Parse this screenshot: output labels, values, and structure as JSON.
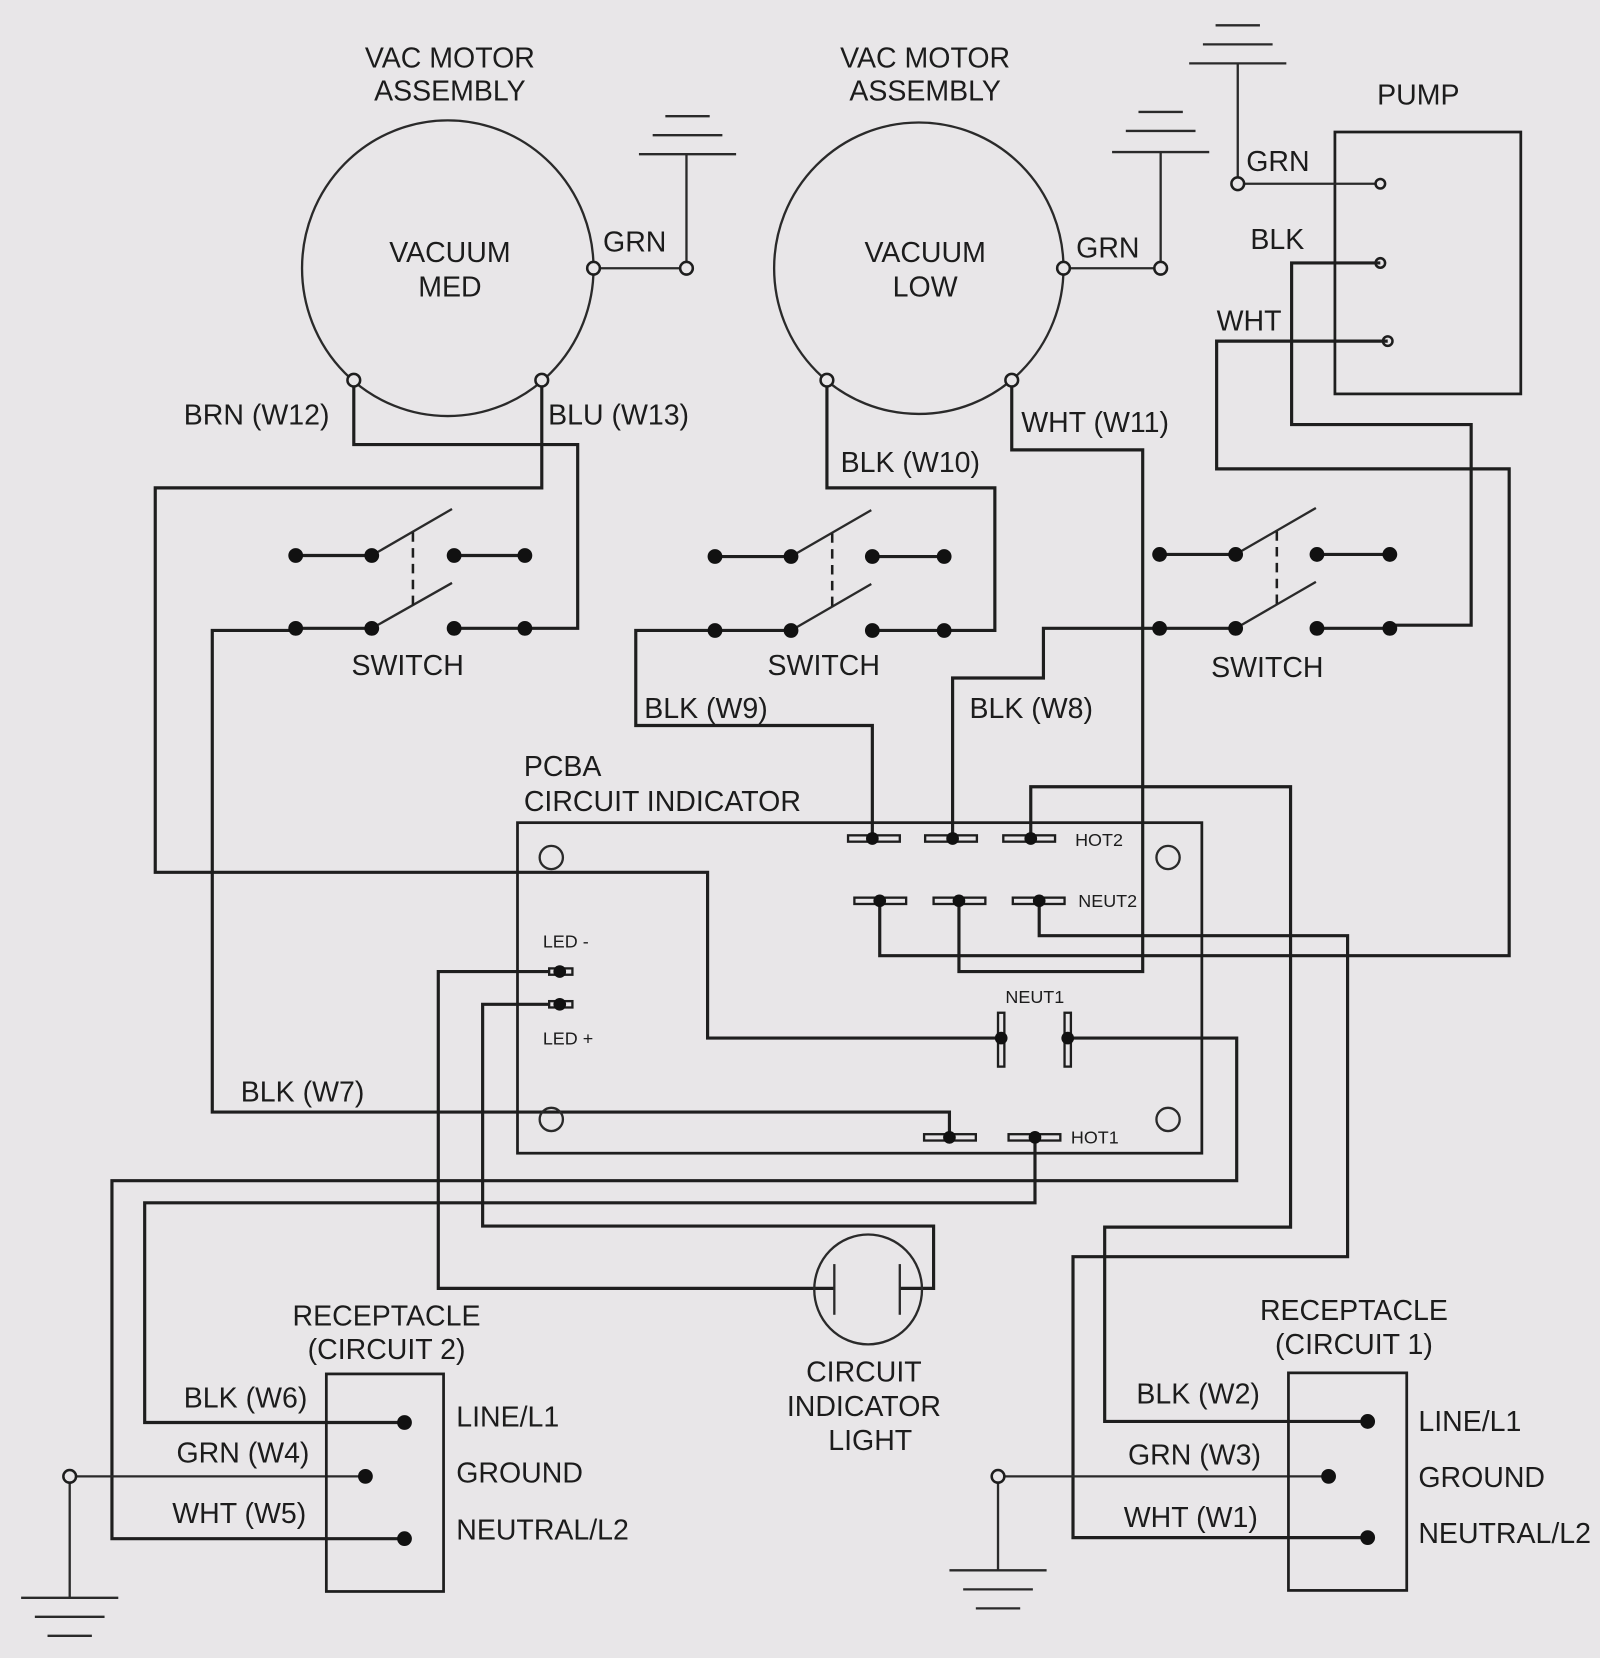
{
  "diagram": {
    "title": "Vacuum / Pump Wiring Schematic",
    "motors": [
      {
        "heading_line1": "VAC MOTOR",
        "heading_line2": "ASSEMBLY",
        "name_line1": "VACUUM",
        "name_line2": "MED",
        "ground_wire": "GRN",
        "left_wire": "BRN (W12)",
        "right_wire": "BLU (W13)"
      },
      {
        "heading_line1": "VAC MOTOR",
        "heading_line2": "ASSEMBLY",
        "name_line1": "VACUUM",
        "name_line2": "LOW",
        "ground_wire": "GRN",
        "left_wire": "BLK (W10)",
        "right_wire": "WHT (W11)"
      }
    ],
    "pump": {
      "label": "PUMP",
      "wires": [
        "GRN",
        "BLK",
        "WHT"
      ]
    },
    "switches": [
      {
        "label": "SWITCH"
      },
      {
        "label": "SWITCH"
      },
      {
        "label": "SWITCH"
      }
    ],
    "switch_wires": {
      "w9": "BLK (W9)",
      "w8": "BLK (W8)",
      "w7": "BLK (W7)"
    },
    "pcba": {
      "title_line1": "PCBA",
      "title_line2": "CIRCUIT INDICATOR",
      "terminals": {
        "hot2": "HOT2",
        "neut2": "NEUT2",
        "neut1": "NEUT1",
        "hot1": "HOT1",
        "led_minus": "LED -",
        "led_plus": "LED +"
      }
    },
    "indicator_light": {
      "line1": "CIRCUIT",
      "line2": "INDICATOR",
      "line3": "LIGHT"
    },
    "receptacles": [
      {
        "title_line1": "RECEPTACLE",
        "title_line2": "(CIRCUIT 2)",
        "wires": [
          "BLK (W6)",
          "GRN (W4)",
          "WHT (W5)"
        ],
        "terminals": [
          "LINE/L1",
          "GROUND",
          "NEUTRAL/L2"
        ]
      },
      {
        "title_line1": "RECEPTACLE",
        "title_line2": "(CIRCUIT 1)",
        "wires": [
          "BLK (W2)",
          "GRN (W3)",
          "WHT (W1)"
        ],
        "terminals": [
          "LINE/L1",
          "GROUND",
          "NEUTRAL/L2"
        ]
      }
    ]
  }
}
